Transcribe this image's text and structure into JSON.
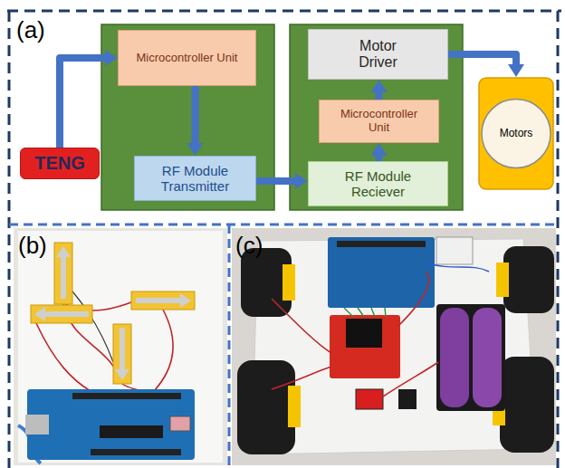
{
  "diagram": {
    "nodes": [
      {
        "text": [
          "TENG"
        ]
      },
      {
        "text": [
          "Microcontroller Unit"
        ]
      },
      {
        "text": [
          "RF Module Transmitter"
        ]
      },
      {
        "text": [
          "RF Module Reciever"
        ]
      },
      {
        "text": [
          "Microcontroller Unit"
        ]
      },
      {
        "text": [
          "Motor Driver"
        ]
      },
      {
        "text": [
          "Motors"
        ]
      }
    ],
    "edges": [
      {
        "from": 0,
        "to": 1,
        "arrow": "to"
      },
      {
        "from": 1,
        "to": 2,
        "arrow": "to"
      },
      {
        "from": 2,
        "to": 3,
        "arrow": "to"
      },
      {
        "from": 3,
        "to": 4,
        "arrow": "to"
      },
      {
        "from": 4,
        "to": 5,
        "arrow": "to"
      },
      {
        "from": 5,
        "to": 6,
        "arrow": "to"
      }
    ],
    "labels": [
      "(a)",
      "(b)",
      "(c)"
    ]
  }
}
